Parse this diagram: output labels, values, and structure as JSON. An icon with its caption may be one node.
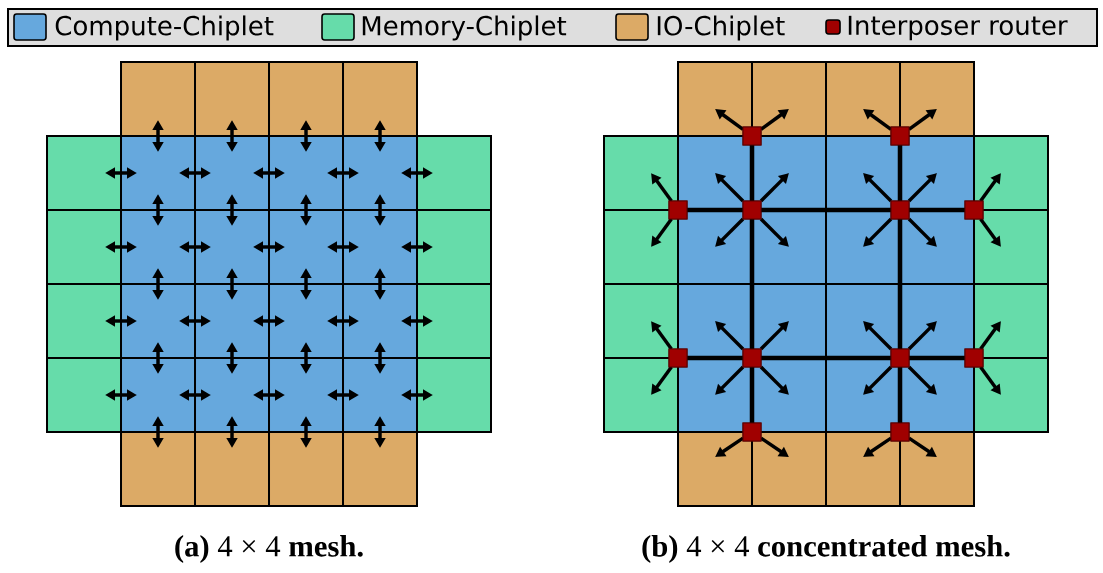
{
  "diagram": {
    "nodes": [
      {
        "text": [],
        "shape": "box"
      },
      {
        "text": [],
        "shape": "box"
      },
      {
        "text": [],
        "shape": "box"
      },
      {
        "text": [],
        "shape": "box"
      },
      {
        "text": [],
        "shape": "box"
      },
      {
        "text": [],
        "shape": "box"
      },
      {
        "text": [],
        "shape": "box"
      },
      {
        "text": [],
        "shape": "box"
      },
      {
        "text": [],
        "shape": "box"
      },
      {
        "text": [],
        "shape": "box"
      },
      {
        "text": [],
        "shape": "box"
      },
      {
        "text": [],
        "shape": "box"
      },
      {
        "text": [],
        "shape": "box"
      },
      {
        "text": [],
        "shape": "box"
      },
      {
        "text": [],
        "shape": "box"
      },
      {
        "text": [],
        "shape": "box"
      },
      {
        "text": [],
        "shape": "box"
      },
      {
        "text": [],
        "shape": "box"
      },
      {
        "text": [],
        "shape": "box"
      },
      {
        "text": [],
        "shape": "box"
      },
      {
        "text": [],
        "shape": "box"
      },
      {
        "text": [],
        "shape": "box"
      },
      {
        "text": [],
        "shape": "box"
      },
      {
        "text": [],
        "shape": "box"
      },
      {
        "text": [],
        "shape": "box"
      },
      {
        "text": [],
        "shape": "box"
      },
      {
        "text": [],
        "shape": "box"
      },
      {
        "text": [],
        "shape": "box"
      },
      {
        "text": [],
        "shape": "box"
      },
      {
        "text": [],
        "shape": "box"
      },
      {
        "text": [],
        "shape": "box"
      },
      {
        "text": [],
        "shape": "box"
      },
      {
        "text": [],
        "shape": "box"
      },
      {
        "text": [],
        "shape": "box"
      },
      {
        "text": [],
        "shape": "box"
      },
      {
        "text": [],
        "shape": "box"
      },
      {
        "text": [],
        "shape": "box"
      },
      {
        "text": [],
        "shape": "box"
      },
      {
        "text": [],
        "shape": "box"
      },
      {
        "text": [],
        "shape": "box"
      },
      {
        "text": [],
        "shape": "box"
      },
      {
        "text": [],
        "shape": "box"
      },
      {
        "text": [],
        "shape": "box"
      },
      {
        "text": [],
        "shape": "box"
      },
      {
        "text": [],
        "shape": "box"
      },
      {
        "text": [],
        "shape": "box"
      },
      {
        "text": [],
        "shape": "box"
      },
      {
        "text": [],
        "shape": "box"
      },
      {
        "text": [],
        "shape": "box"
      },
      {
        "text": [],
        "shape": "box"
      },
      {
        "text": [],
        "shape": "box"
      },
      {
        "text": [],
        "shape": "box"
      },
      {
        "text": [],
        "shape": "box"
      },
      {
        "text": [],
        "shape": "box"
      },
      {
        "text": [],
        "shape": "box"
      },
      {
        "text": [],
        "shape": "box"
      },
      {
        "text": [],
        "shape": "box"
      },
      {
        "text": [],
        "shape": "box"
      },
      {
        "text": [],
        "shape": "box"
      },
      {
        "text": [],
        "shape": "box"
      },
      {
        "text": [],
        "shape": "box"
      },
      {
        "text": [],
        "shape": "box"
      },
      {
        "text": [],
        "shape": "box"
      },
      {
        "text": [],
        "shape": "box"
      },
      {
        "text": [],
        "shape": "box"
      },
      {
        "text": [],
        "shape": "box"
      },
      {
        "text": [],
        "shape": "box"
      },
      {
        "text": [],
        "shape": "box"
      },
      {
        "text": [],
        "shape": "box"
      },
      {
        "text": [],
        "shape": "box"
      },
      {
        "text": [],
        "shape": "box"
      },
      {
        "text": [],
        "shape": "box"
      },
      {
        "text": [],
        "shape": "box"
      },
      {
        "text": [],
        "shape": "box"
      },
      {
        "text": [],
        "shape": "box"
      },
      {
        "text": [],
        "shape": "box"
      }
    ],
    "edges": [
      {
        "from": 0,
        "to": 5,
        "arrow": "both"
      },
      {
        "from": 1,
        "to": 6,
        "arrow": "both"
      },
      {
        "from": 2,
        "to": 7,
        "arrow": "both"
      },
      {
        "from": 3,
        "to": 8,
        "arrow": "both"
      },
      {
        "from": 4,
        "to": 5,
        "arrow": "both"
      },
      {
        "from": 5,
        "to": 6,
        "arrow": "both"
      },
      {
        "from": 6,
        "to": 7,
        "arrow": "both"
      },
      {
        "from": 7,
        "to": 8,
        "arrow": "both"
      },
      {
        "from": 8,
        "to": 9,
        "arrow": "both"
      },
      {
        "from": 5,
        "to": 11,
        "arrow": "both"
      },
      {
        "from": 6,
        "to": 12,
        "arrow": "both"
      },
      {
        "from": 7,
        "to": 13,
        "arrow": "both"
      },
      {
        "from": 8,
        "to": 14,
        "arrow": "both"
      },
      {
        "from": 10,
        "to": 11,
        "arrow": "both"
      },
      {
        "from": 11,
        "to": 12,
        "arrow": "both"
      },
      {
        "from": 12,
        "to": 13,
        "arrow": "both"
      },
      {
        "from": 13,
        "to": 14,
        "arrow": "both"
      },
      {
        "from": 14,
        "to": 15,
        "arrow": "both"
      },
      {
        "from": 11,
        "to": 17,
        "arrow": "both"
      },
      {
        "from": 12,
        "to": 18,
        "arrow": "both"
      },
      {
        "from": 13,
        "to": 19,
        "arrow": "both"
      },
      {
        "from": 14,
        "to": 20,
        "arrow": "both"
      },
      {
        "from": 16,
        "to": 17,
        "arrow": "both"
      },
      {
        "from": 17,
        "to": 18,
        "arrow": "both"
      },
      {
        "from": 18,
        "to": 19,
        "arrow": "both"
      },
      {
        "from": 19,
        "to": 20,
        "arrow": "both"
      },
      {
        "from": 20,
        "to": 21,
        "arrow": "both"
      },
      {
        "from": 17,
        "to": 23,
        "arrow": "both"
      },
      {
        "from": 18,
        "to": 24,
        "arrow": "both"
      },
      {
        "from": 19,
        "to": 25,
        "arrow": "both"
      },
      {
        "from": 20,
        "to": 26,
        "arrow": "both"
      },
      {
        "from": 22,
        "to": 23,
        "arrow": "both"
      },
      {
        "from": 23,
        "to": 24,
        "arrow": "both"
      },
      {
        "from": 24,
        "to": 25,
        "arrow": "both"
      },
      {
        "from": 25,
        "to": 26,
        "arrow": "both"
      },
      {
        "from": 26,
        "to": 27,
        "arrow": "both"
      },
      {
        "from": 23,
        "to": 28,
        "arrow": "both"
      },
      {
        "from": 24,
        "to": 29,
        "arrow": "both"
      },
      {
        "from": 25,
        "to": 30,
        "arrow": "both"
      },
      {
        "from": 26,
        "to": 31,
        "arrow": "both"
      },
      {
        "from": 64,
        "to": 32,
        "arrow": "to"
      },
      {
        "from": 64,
        "to": 33,
        "arrow": "to"
      },
      {
        "from": 65,
        "to": 34,
        "arrow": "to"
      },
      {
        "from": 65,
        "to": 35,
        "arrow": "to"
      },
      {
        "from": 64,
        "to": 67,
        "arrow": "none"
      },
      {
        "from": 65,
        "to": 68,
        "arrow": "none"
      },
      {
        "from": 66,
        "to": 36,
        "arrow": "to"
      },
      {
        "from": 66,
        "to": 42,
        "arrow": "to"
      },
      {
        "from": 67,
        "to": 37,
        "arrow": "to"
      },
      {
        "from": 67,
        "to": 38,
        "arrow": "to"
      },
      {
        "from": 67,
        "to": 43,
        "arrow": "to"
      },
      {
        "from": 67,
        "to": 44,
        "arrow": "to"
      },
      {
        "from": 68,
        "to": 39,
        "arrow": "to"
      },
      {
        "from": 68,
        "to": 40,
        "arrow": "to"
      },
      {
        "from": 68,
        "to": 45,
        "arrow": "to"
      },
      {
        "from": 68,
        "to": 46,
        "arrow": "to"
      },
      {
        "from": 69,
        "to": 41,
        "arrow": "to"
      },
      {
        "from": 69,
        "to": 47,
        "arrow": "to"
      },
      {
        "from": 66,
        "to": 67,
        "arrow": "none"
      },
      {
        "from": 67,
        "to": 68,
        "arrow": "none"
      },
      {
        "from": 68,
        "to": 69,
        "arrow": "none"
      },
      {
        "from": 67,
        "to": 71,
        "arrow": "none"
      },
      {
        "from": 68,
        "to": 72,
        "arrow": "none"
      },
      {
        "from": 70,
        "to": 48,
        "arrow": "to"
      },
      {
        "from": 70,
        "to": 54,
        "arrow": "to"
      },
      {
        "from": 71,
        "to": 49,
        "arrow": "to"
      },
      {
        "from": 71,
        "to": 50,
        "arrow": "to"
      },
      {
        "from": 71,
        "to": 55,
        "arrow": "to"
      },
      {
        "from": 71,
        "to": 56,
        "arrow": "to"
      },
      {
        "from": 72,
        "to": 51,
        "arrow": "to"
      },
      {
        "from": 72,
        "to": 52,
        "arrow": "to"
      },
      {
        "from": 72,
        "to": 57,
        "arrow": "to"
      },
      {
        "from": 72,
        "to": 58,
        "arrow": "to"
      },
      {
        "from": 73,
        "to": 53,
        "arrow": "to"
      },
      {
        "from": 73,
        "to": 59,
        "arrow": "to"
      },
      {
        "from": 70,
        "to": 71,
        "arrow": "none"
      },
      {
        "from": 71,
        "to": 72,
        "arrow": "none"
      },
      {
        "from": 72,
        "to": 73,
        "arrow": "none"
      },
      {
        "from": 71,
        "to": 74,
        "arrow": "none"
      },
      {
        "from": 72,
        "to": 75,
        "arrow": "none"
      },
      {
        "from": 74,
        "to": 60,
        "arrow": "to"
      },
      {
        "from": 74,
        "to": 61,
        "arrow": "to"
      },
      {
        "from": 75,
        "to": 62,
        "arrow": "to"
      },
      {
        "from": 75,
        "to": 63,
        "arrow": "to"
      }
    ],
    "labels": [
      "**(a)** 4 × 4 **mesh.**",
      "**(b)** 4 × 4 **concentrated mesh.**"
    ],
    "legend": [
      {
        "text": "Compute-Chiplet",
        "color": "#66a8dd"
      },
      {
        "text": "Memory-Chiplet",
        "color": "#66dcaa"
      },
      {
        "text": "IO-Chiplet",
        "color": "#dcaa66"
      },
      {
        "text": "Interposer router",
        "color": "#a00000"
      }
    ]
  }
}
